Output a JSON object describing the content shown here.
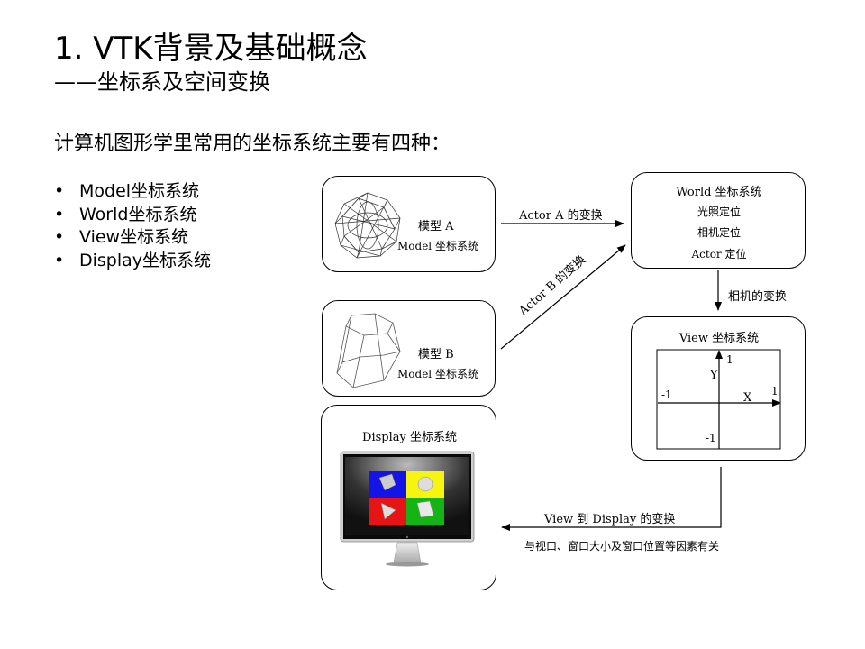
{
  "title": "1. VTK背景及基础概念",
  "subtitle": "——坐标系及空间变换",
  "intro": "计算机图形学里常用的坐标系统主要有四种：",
  "bullets": [
    "Model坐标系统",
    "World坐标系统",
    "View坐标系统",
    "Display坐标系统"
  ],
  "model_a": {
    "name": "模型 A",
    "system": "Model 坐标系统"
  },
  "model_b": {
    "name": "模型 B",
    "system": "Model 坐标系统"
  },
  "world": {
    "title": "World 坐标系统",
    "items": [
      "光照定位",
      "相机定位",
      "Actor 定位"
    ]
  },
  "view": {
    "title": "View 坐标系统",
    "axis_y": "Y",
    "axis_x": "X",
    "tick_top": "1",
    "tick_right": "1",
    "tick_left": "-1",
    "tick_bottom": "-1"
  },
  "display": {
    "title": "Display 坐标系统",
    "quadrant_colors": [
      "#1414e6",
      "#f5f50f",
      "#e61414",
      "#14b414"
    ]
  },
  "arrows": {
    "actor_a": "Actor A 的变换",
    "actor_b": "Actor B 的变换",
    "camera": "相机的变换",
    "view_to_display": "View 到 Display 的变换",
    "view_to_display_note": "与视口、窗口大小及窗口位置等因素有关"
  }
}
